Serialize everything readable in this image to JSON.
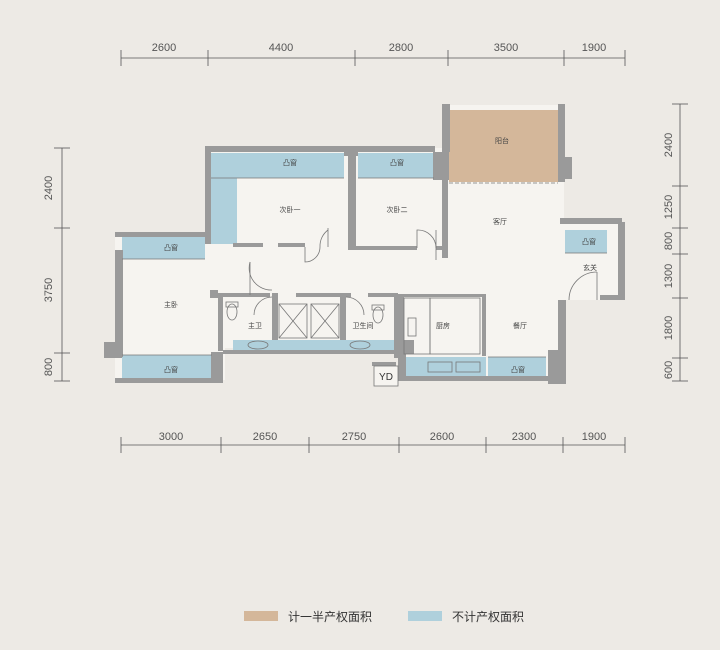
{
  "dimensions": {
    "top": [
      "2600",
      "4400",
      "2800",
      "3500",
      "1900"
    ],
    "bottom": [
      "3000",
      "2650",
      "2750",
      "2600",
      "2300",
      "1900"
    ],
    "left": [
      "2400",
      "3750",
      "800"
    ],
    "right": [
      "2400",
      "1250",
      "800",
      "1300",
      "1800",
      "600"
    ]
  },
  "rooms": {
    "master_bedroom": "主卧",
    "bedroom_1": "次卧一",
    "bedroom_2": "次卧二",
    "living_room": "客厅",
    "dining_room": "餐厅",
    "kitchen": "厨房",
    "balcony": "阳台",
    "master_bath": "主卫",
    "bathroom": "卫生间",
    "entrance": "玄关",
    "yd": "YD",
    "bay_window_label": "凸窗"
  },
  "legend": {
    "half_area_label": "计一半产权面积",
    "no_area_label": "不计产权面积"
  },
  "colors": {
    "half_area": "#d4b79a",
    "no_area": "#afd0dc",
    "wall": "#9a9a9a",
    "background": "#edeae5"
  }
}
